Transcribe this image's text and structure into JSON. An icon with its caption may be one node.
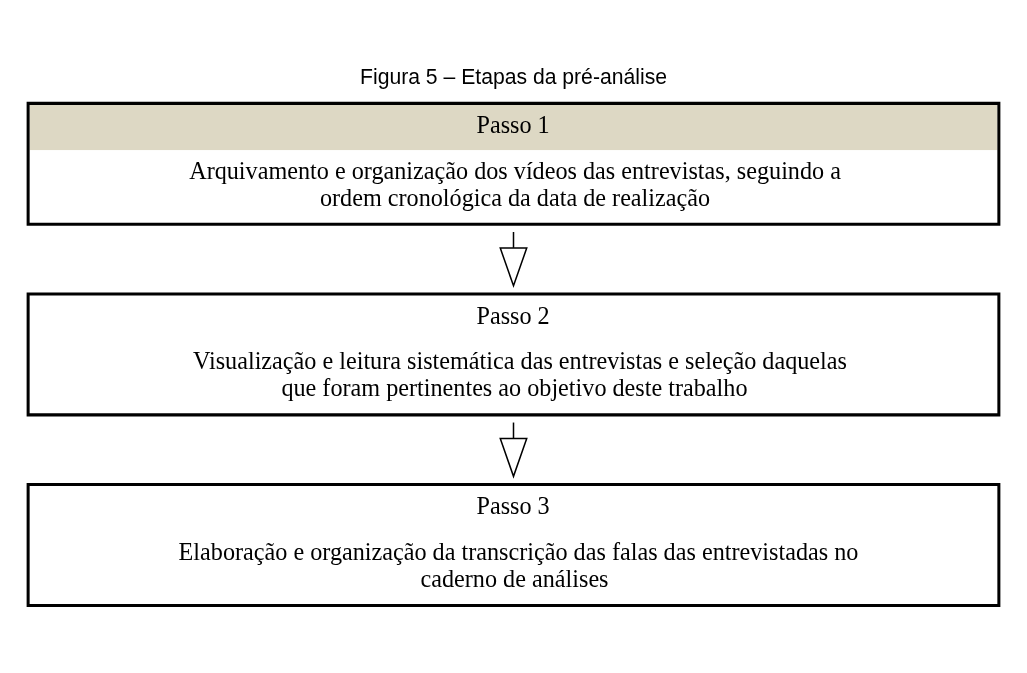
{
  "diagram": {
    "title": "Figura 5 – Etapas da pré-análise",
    "nodes": [
      {
        "text": [
          "Passo 1",
          "Arquivamento e organização dos vídeos das entrevistas, seguindo a ordem cronológica da data de realização"
        ]
      },
      {
        "text": [
          "Passo 2",
          "Visualização e leitura sistemática das entrevistas e seleção daquelas que foram pertinentes ao objetivo deste trabalho"
        ]
      },
      {
        "text": [
          "Passo 3",
          "Elaboração e organização da transcrição das falas das entrevistadas no caderno de análises"
        ]
      }
    ],
    "edges": [
      {
        "from": 0,
        "to": 1,
        "arrow": "to"
      },
      {
        "from": 1,
        "to": 2,
        "arrow": "to"
      }
    ]
  }
}
